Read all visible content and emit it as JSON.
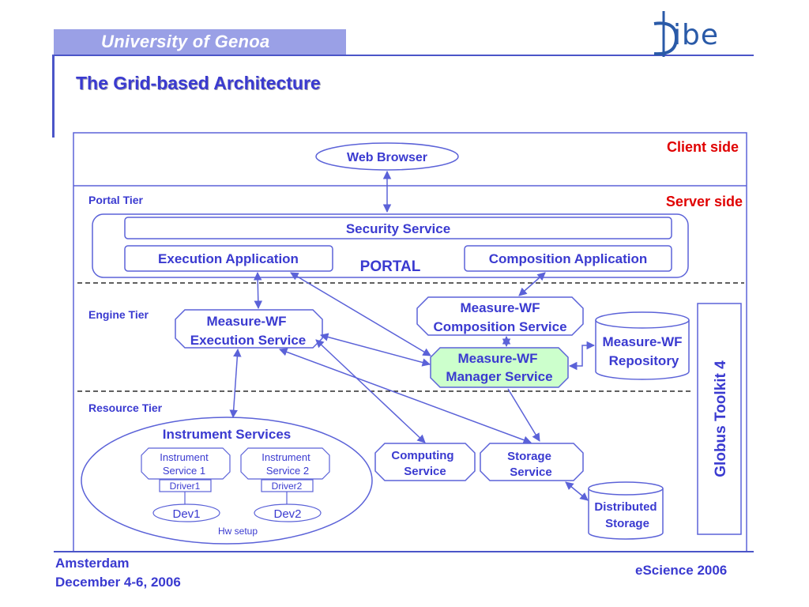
{
  "header": {
    "university": "University of Genoa",
    "title": "The Grid-based Architecture",
    "logo_text": "ibe"
  },
  "diagram": {
    "client_side": "Client side",
    "server_side": "Server side",
    "web_browser": "Web Browser",
    "portal_tier": "Portal Tier",
    "engine_tier": "Engine Tier",
    "resource_tier": "Resource Tier",
    "security_service": "Security Service",
    "execution_application": "Execution Application",
    "portal": "PORTAL",
    "composition_application": "Composition Application",
    "composition_service": [
      "Measure-WF",
      "Composition Service"
    ],
    "execution_service": [
      "Measure-WF",
      "Execution Service"
    ],
    "manager_service": [
      "Measure-WF",
      "Manager Service"
    ],
    "repository": [
      "Measure-WF",
      "Repository"
    ],
    "globus": "Globus Toolkit 4",
    "instrument_services": "Instrument Services",
    "instrument_service_1": [
      "Instrument",
      "Service 1"
    ],
    "instrument_service_2": [
      "Instrument",
      "Service 2"
    ],
    "driver1": "Driver1",
    "driver2": "Driver2",
    "dev1": "Dev1",
    "dev2": "Dev2",
    "hw_setup": "Hw setup",
    "computing_service": [
      "Computing",
      "Service"
    ],
    "storage_service": [
      "Storage",
      "Service"
    ],
    "distributed_storage": [
      "Distributed",
      "Storage"
    ]
  },
  "footer": {
    "location": "Amsterdam",
    "dates": "December 4-6, 2006",
    "event": "eScience 2006"
  },
  "colors": {
    "accent": "#3a3ad0",
    "line": "#5b62d8",
    "red": "#e00000",
    "manager_fill": "#ccffcc"
  }
}
